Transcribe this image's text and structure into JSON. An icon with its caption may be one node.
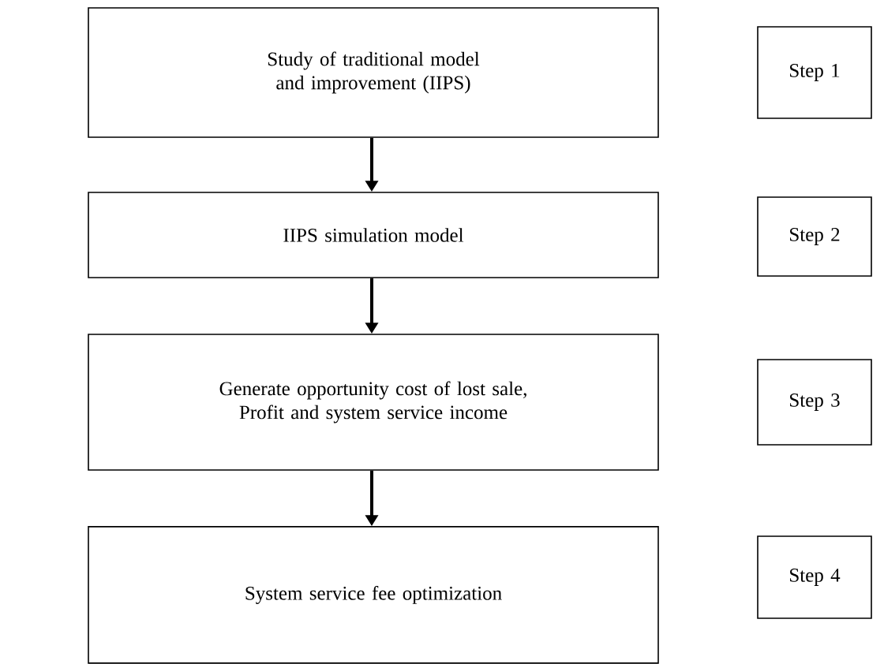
{
  "diagram": {
    "nodes": [
      {
        "text": [
          "Study of traditional model and improvement (IIPS)"
        ]
      },
      {
        "text": [
          "Step 1"
        ]
      },
      {
        "text": [
          "IIPS simulation model"
        ]
      },
      {
        "text": [
          "Step 2"
        ]
      },
      {
        "text": [
          "Generate opportunity cost of lost sale, Profit and system service income"
        ]
      },
      {
        "text": [
          "Step 3"
        ]
      },
      {
        "text": [
          "System service fee optimization"
        ]
      },
      {
        "text": [
          "Step 4"
        ]
      }
    ],
    "edges": [
      {
        "from": 0,
        "to": 2,
        "arrow": "to"
      },
      {
        "from": 2,
        "to": 4,
        "arrow": "to"
      },
      {
        "from": 4,
        "to": 6,
        "arrow": "to"
      }
    ]
  }
}
